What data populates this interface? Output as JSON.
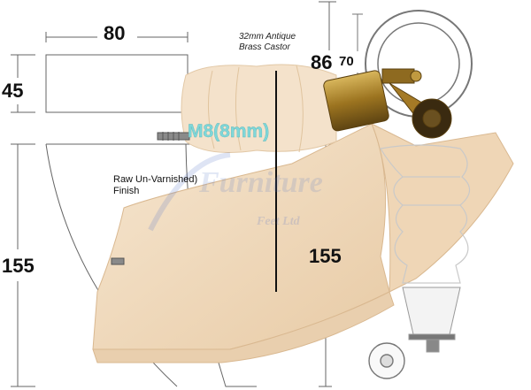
{
  "dimensions": {
    "width_top": "80",
    "height_top": "45",
    "height_left": "155",
    "height_right": "155",
    "castor_height": "86",
    "castor_wheel": "70"
  },
  "thread_label": "M8(8mm)",
  "castor_label": "32mm Antique Brass Castor",
  "finish_label": "Raw Un-Varnished) Finish",
  "watermark": {
    "brand": "Furniture",
    "sub": "Feet Ltd"
  },
  "colors": {
    "wood": "#f2dcc0",
    "wood_dark": "#e2c29c",
    "brass": "#a8802a",
    "thread_text": "#7fd7d9",
    "line": "#444444"
  }
}
